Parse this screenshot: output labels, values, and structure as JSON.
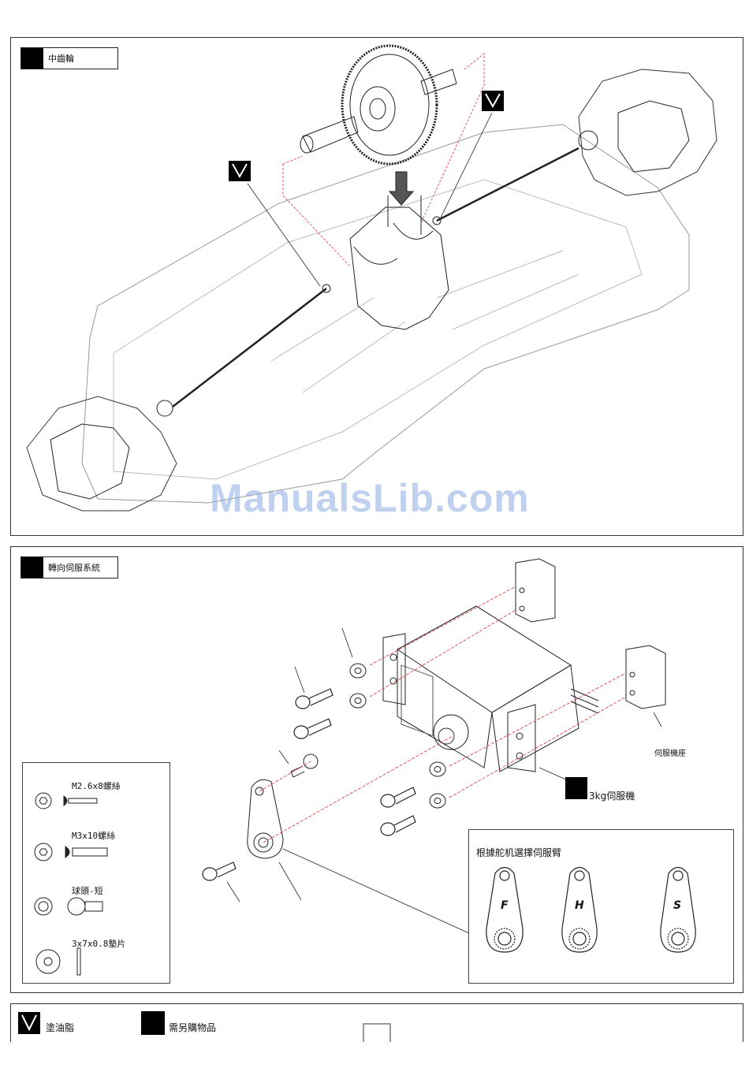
{
  "step1": {
    "title": "中齒輪"
  },
  "step2": {
    "title": "轉向伺服系統",
    "callouts": {
      "servo_mount": "伺服機座",
      "servo": "3kg伺服機"
    },
    "parts_list": [
      {
        "label": "M2.6x8螺絲"
      },
      {
        "label": "M3x10螺絲"
      },
      {
        "label": "球頭-短"
      },
      {
        "label": "3x7x0.8墊片"
      }
    ],
    "arm_box": {
      "title": "根據舵机選擇伺服臂",
      "arms": [
        {
          "letter": "F"
        },
        {
          "letter": "H"
        },
        {
          "letter": "S"
        }
      ]
    }
  },
  "legend": {
    "grease": "塗油脂",
    "buy_separately": "需另購物品"
  },
  "watermark": "ManualsLib.com"
}
